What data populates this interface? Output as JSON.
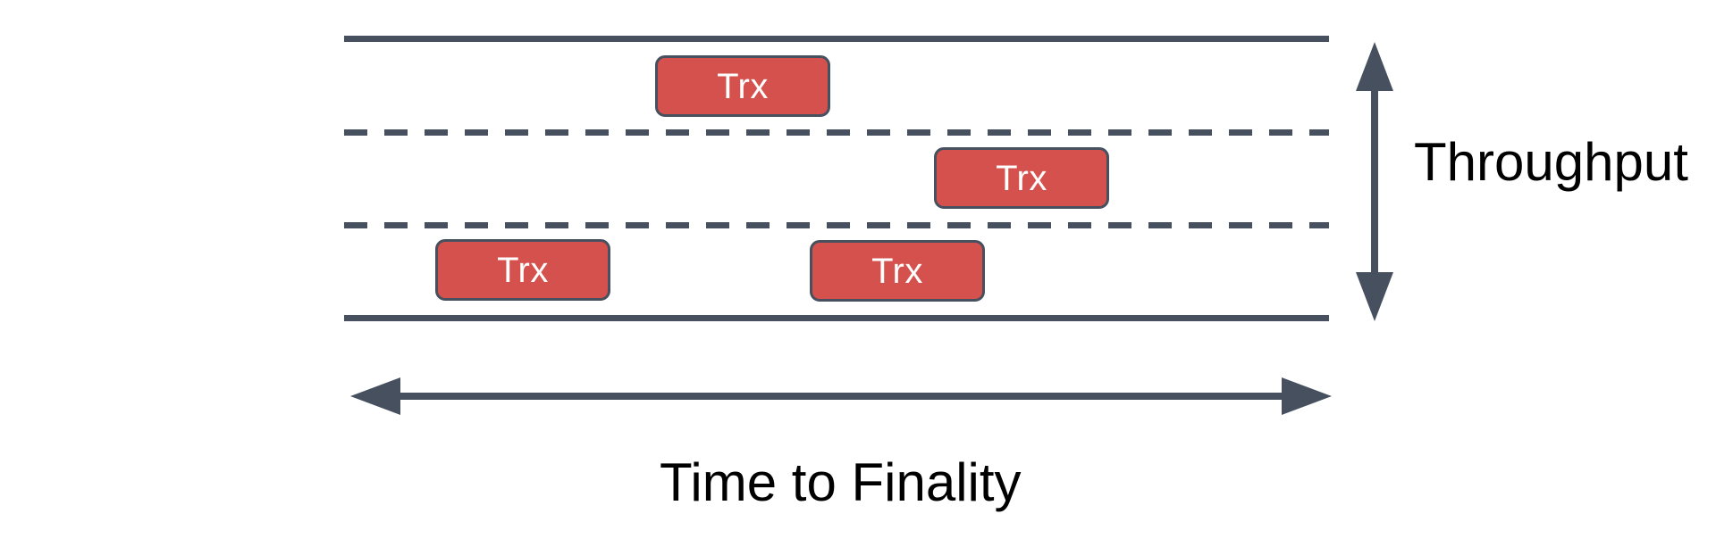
{
  "diagram": {
    "description": "Blockchain lanes diagram showing transactions across throughput lanes over time to finality",
    "lanes": {
      "count": 3
    },
    "transaction_boxes": [
      {
        "label": "Trx",
        "lane": "top"
      },
      {
        "label": "Trx",
        "lane": "middle"
      },
      {
        "label": "Trx",
        "lane": "bottom"
      },
      {
        "label": "Trx",
        "lane": "bottom"
      }
    ],
    "axis_labels": {
      "vertical": "Throughput",
      "horizontal": "Time to Finality"
    },
    "colors": {
      "lane_line": "#46505E",
      "arrow": "#46505E",
      "box_fill": "#D5514D",
      "box_border": "#47505F",
      "box_text": "#FFFFFF",
      "label_text": "#000000",
      "canvas_bg": "#FFFFFF"
    }
  }
}
